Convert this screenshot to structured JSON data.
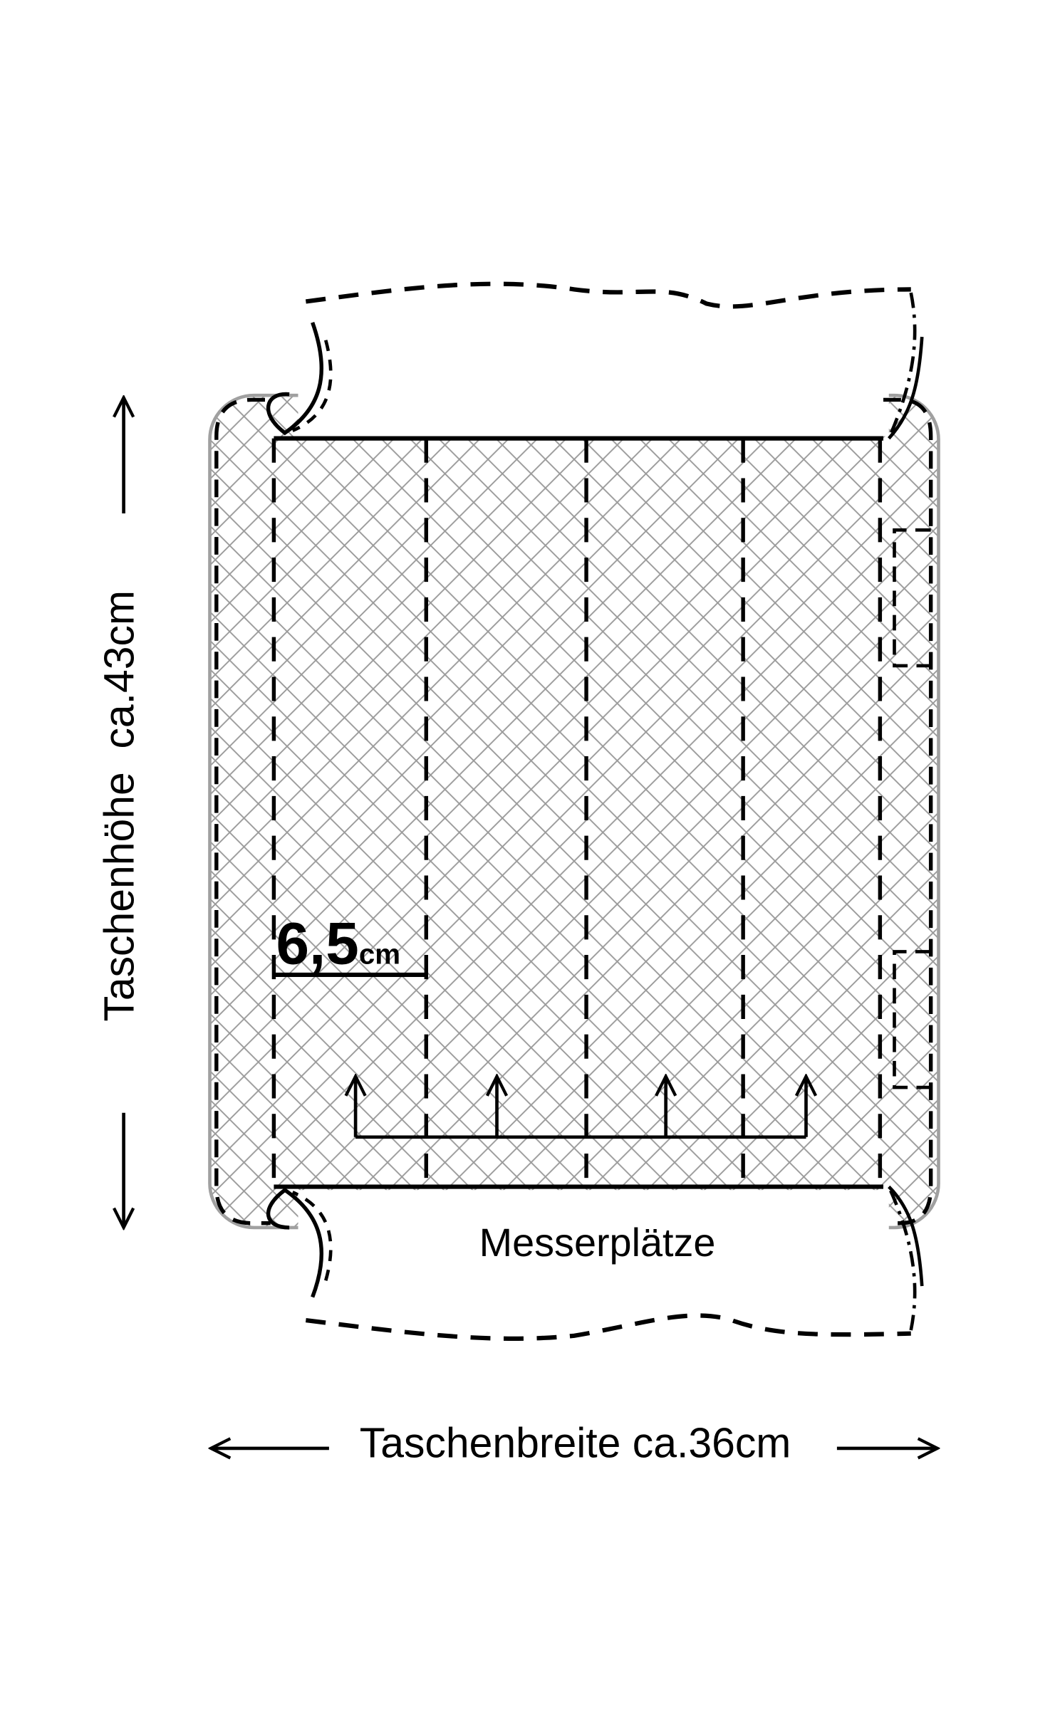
{
  "labels": {
    "height": "Taschenhöhe  ca.43cm",
    "width": "Taschenbreite ca.36cm",
    "knife_slots": "Messerplätze",
    "slot_width_value": "6,5",
    "slot_width_unit": "cm"
  },
  "colors": {
    "line": "#000000",
    "hatch": "#9a9a9a",
    "outline": "#a0a0a0"
  }
}
